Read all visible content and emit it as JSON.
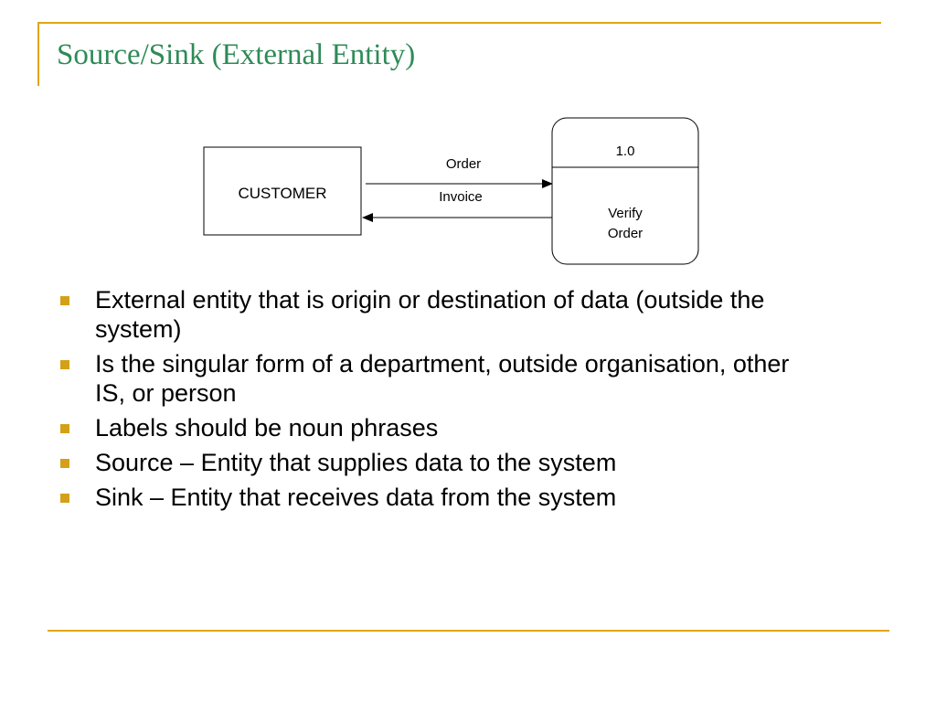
{
  "slide": {
    "title": "Source/Sink (External Entity)"
  },
  "diagram": {
    "entity_label": "CUSTOMER",
    "flows": [
      {
        "label": "Order",
        "direction": "to-process"
      },
      {
        "label": "Invoice",
        "direction": "to-entity"
      }
    ],
    "process": {
      "id": "1.0",
      "name_line1": "Verify",
      "name_line2": "Order"
    }
  },
  "bullets": [
    "External entity that is origin or destination of data (outside the system)",
    "Is the singular form of a department, outside organisation, other IS, or person",
    "Labels should be noun phrases",
    "Source – Entity that supplies data to the system",
    "Sink – Entity that receives data from the system"
  ],
  "colors": {
    "title": "#2e8b57",
    "accent_line": "#e0a516",
    "bullet_marker": "#d4a017"
  }
}
